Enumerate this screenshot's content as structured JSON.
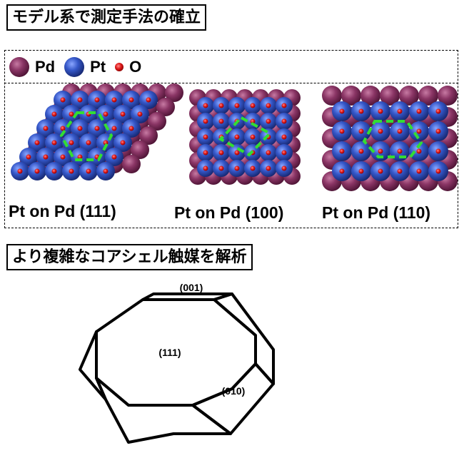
{
  "title_top": "モデル系で測定手法の確立",
  "title_bottom": "より複雑なコアシェル触媒を解析",
  "legend": [
    {
      "label": "Pd",
      "symbol": "pd-sphere-icon"
    },
    {
      "label": "Pt",
      "symbol": "pt-sphere-icon"
    },
    {
      "label": "O",
      "symbol": "o-atom-icon"
    }
  ],
  "colors": {
    "pd": "#7a2a55",
    "pt": "#2f53c4",
    "oxygen": "#d81c1c",
    "highlight": "#33dd33"
  },
  "surfaces": [
    {
      "caption": "Pt on Pd (111)"
    },
    {
      "caption": "Pt on Pd (100)"
    },
    {
      "caption": "Pt on Pd (110)"
    }
  ],
  "particle": {
    "facets": [
      "(001)",
      "(111)",
      "(010)"
    ]
  }
}
